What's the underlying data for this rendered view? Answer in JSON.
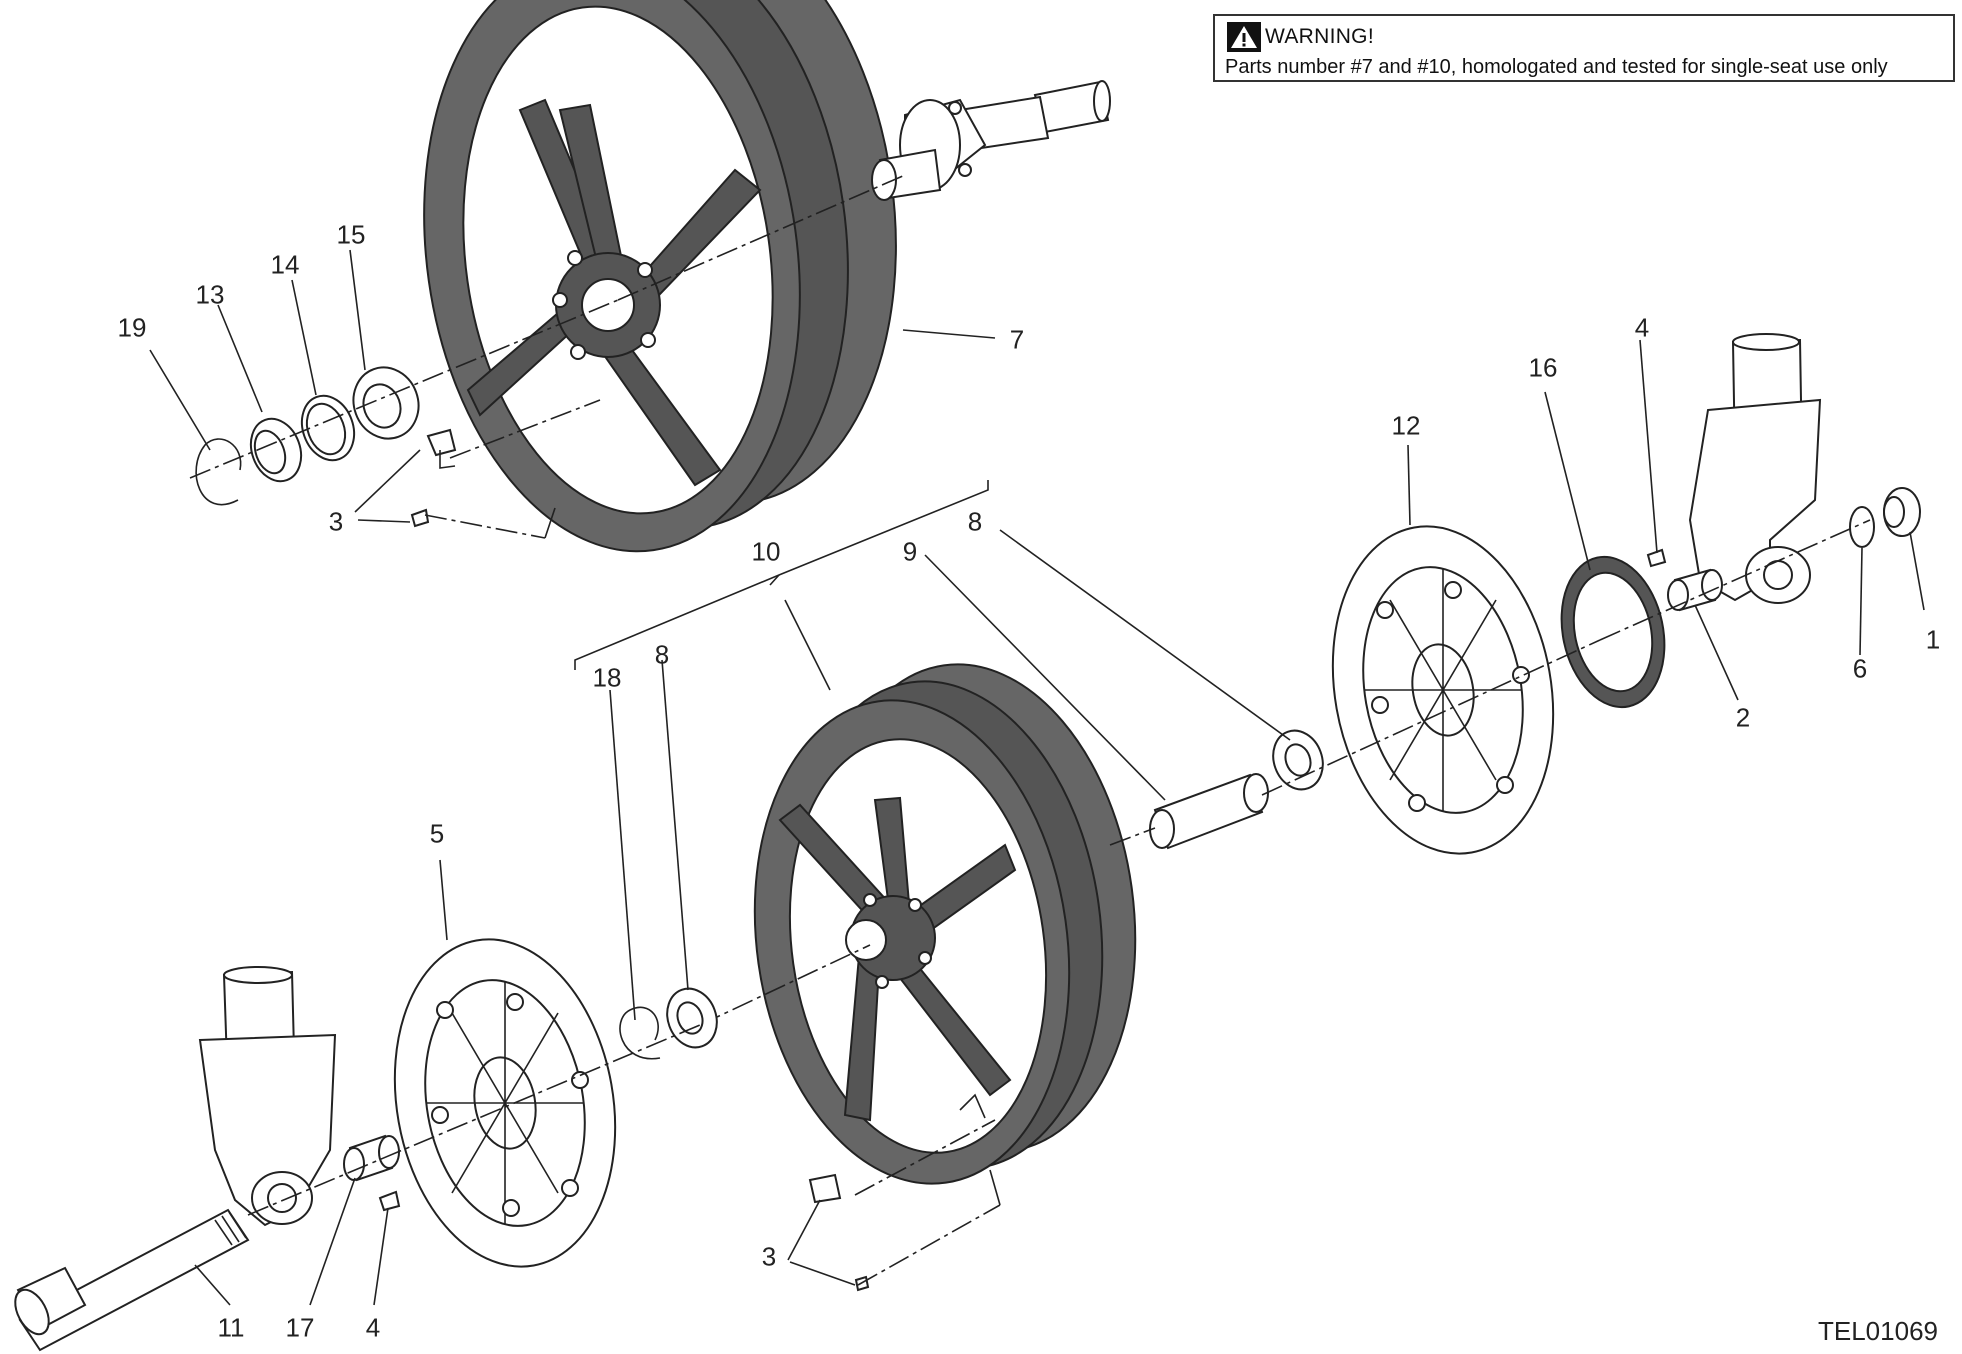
{
  "warning": {
    "title": "WARNING!",
    "text": "Parts number #7 and #10, homologated and tested for single-seat use only",
    "icon": "warning-triangle-icon"
  },
  "callouts": {
    "c19": "19",
    "c13": "13",
    "c14": "14",
    "c15": "15",
    "c7": "7",
    "c3a": "3",
    "c10": "10",
    "c9": "9",
    "c8a": "8",
    "c8b": "8",
    "c18": "18",
    "c4a": "4",
    "c16": "16",
    "c12": "12",
    "c1": "1",
    "c6": "6",
    "c2": "2",
    "c5": "5",
    "c11": "11",
    "c17": "17",
    "c4b": "4",
    "c3b": "3"
  },
  "drawing_code": "TEL01069"
}
